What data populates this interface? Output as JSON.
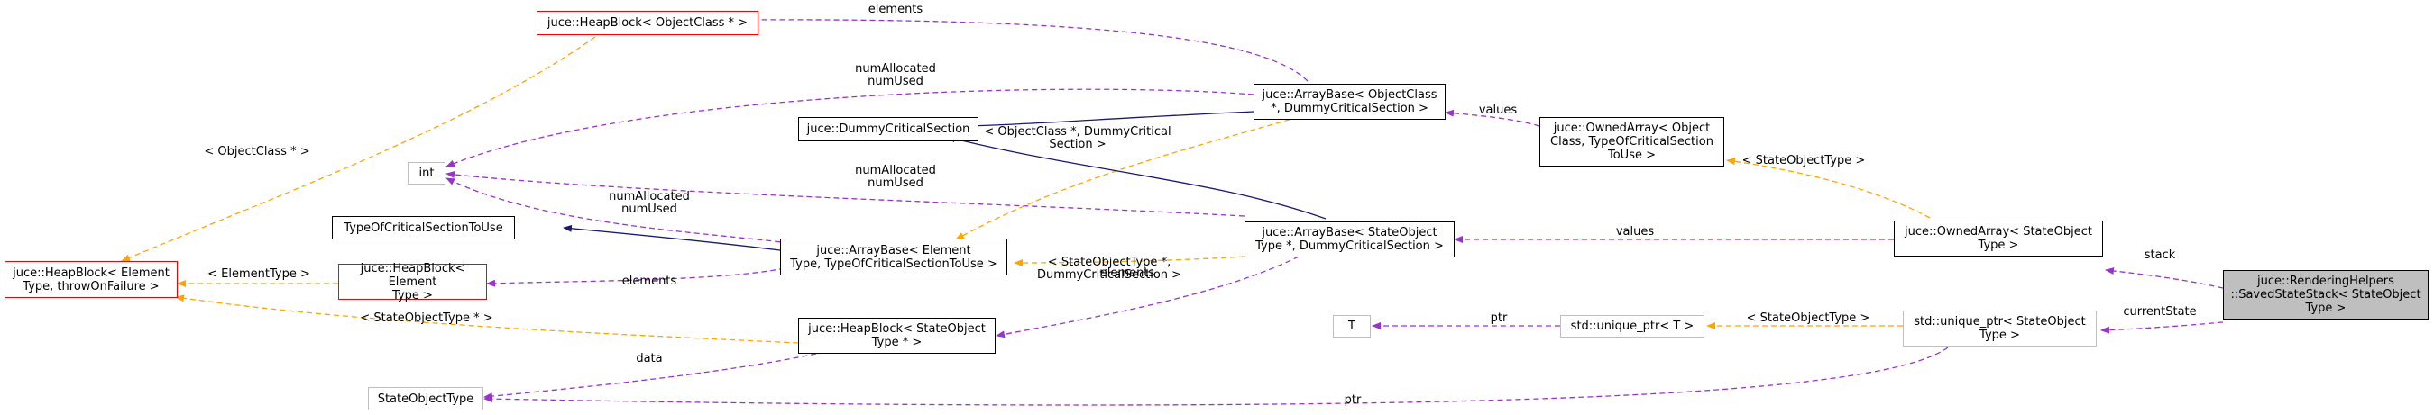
{
  "colors": {
    "usage": "#9a32cd",
    "template": "#ffa500",
    "inherit": "#191970",
    "red_border": "#ff0000",
    "gray_border": "#bfbfbf",
    "focus_fill": "#bfbfbf"
  },
  "nodes": {
    "heapblock_objectclass": "juce::HeapBlock< ObjectClass * >",
    "dummy_critical_section": "juce::DummyCriticalSection",
    "arraybase_objectclass": "juce::ArrayBase< ObjectClass\n *, DummyCriticalSection >",
    "ownedarray_objectclass": "juce::OwnedArray< Object\nClass, TypeOfCriticalSection\nToUse >",
    "int": "int",
    "type_of_critical_section_to_use": "TypeOfCriticalSectionToUse",
    "heapblock_element_throw": "juce::HeapBlock< Element\nType, throwOnFailure >",
    "heapblock_element": "juce::HeapBlock< Element\nType >",
    "arraybase_element": "juce::ArrayBase< Element\nType, TypeOfCriticalSectionToUse >",
    "arraybase_stateobject": "juce::ArrayBase< StateObject\nType *, DummyCriticalSection >",
    "ownedarray_stateobject": "juce::OwnedArray< StateObject\nType >",
    "heapblock_stateobject": "juce::HeapBlock< StateObject\nType * >",
    "t": "T",
    "unique_ptr_t": "std::unique_ptr< T >",
    "unique_ptr_stateobject": "std::unique_ptr< StateObject\nType >",
    "saved_state_stack": "juce::RenderingHelpers\n::SavedStateStack< StateObject\nType >",
    "state_object_type": "StateObjectType"
  },
  "edge_labels": {
    "elements_top": "elements",
    "numallocated_top": "numAllocated\nnumUsed",
    "objectclass_template": "< ObjectClass * >",
    "values_top": "values",
    "objectclass_dummy_template": "< ObjectClass *, DummyCritical\nSection >",
    "numallocated_mid": "numAllocated\nnumUsed",
    "stateobjecttype_template_right": "< StateObjectType >",
    "numallocated_low": "numAllocated\nnumUsed",
    "values_mid": "values",
    "stack": "stack",
    "elementtype_template": "< ElementType >",
    "elements_left": "elements",
    "stateobjecttype_dummy_template": "< StateObjectType *,\nDummyCriticalSection >",
    "elements_right": "elements",
    "currentstate": "currentState",
    "ptr_t": "ptr",
    "stateobjecttype_template_ptr": "< StateObjectType >",
    "stateobjecttype_ptr_template": "< StateObjectType * >",
    "data": "data",
    "ptr_bottom": "ptr"
  }
}
